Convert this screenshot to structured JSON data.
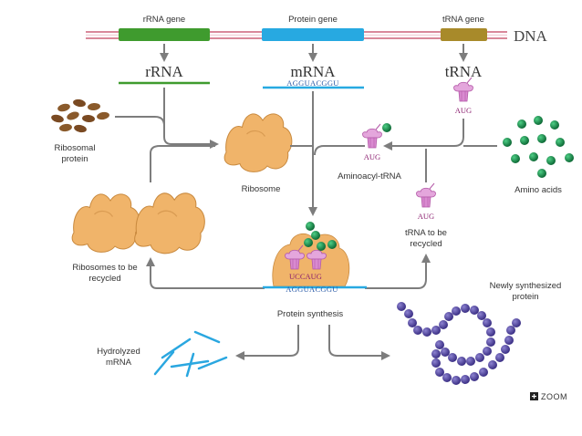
{
  "labels": {
    "rrna_gene": "rRNA gene",
    "protein_gene": "Protein gene",
    "trna_gene": "tRNA gene",
    "dna": "DNA",
    "rrna": "rRNA",
    "mrna": "mRNA",
    "trna": "tRNA",
    "mrna_seq": "AGGUACGGU",
    "trna_anticodon": "AUG",
    "ribosomal_protein_1": "Ribosomal",
    "ribosomal_protein_2": "protein",
    "ribosome": "Ribosome",
    "aminoacyl_trna": "Aminoacyl-tRNA",
    "amino_acids": "Amino acids",
    "trna_recycled_1": "tRNA to be",
    "trna_recycled_2": "recycled",
    "ribosomes_recycled_1": "Ribosomes to be",
    "ribosomes_recycled_2": "recycled",
    "protein_synthesis": "Protein synthesis",
    "synth_codons": "UCCAUG",
    "synth_mrna": "AGGUACGGU",
    "hydrolyzed_1": "Hydrolyzed",
    "hydrolyzed_2": "mRNA",
    "new_protein_1": "Newly synthesized",
    "new_protein_2": "protein",
    "zoom": "ZOOM"
  },
  "colors": {
    "dna_strand": "#d9889a",
    "rrna_gene": "#3f9b2e",
    "protein_gene": "#27a9e1",
    "trna_gene": "#a88a2a",
    "rrna": "#3f9b2e",
    "mrna": "#27a9e1",
    "arrow": "#7d7d7d",
    "ribosome": "#f0b46a",
    "ribosomal_protein": "#8a5a2b",
    "amino_acid": "#1a8a4a",
    "trna": "#d98ad0",
    "protein_bead": "#5547a0",
    "hydrolyzed_mrna": "#2aa7e0"
  },
  "icons": {
    "zoom_icon": "plus-square-icon",
    "trna_icon": "trna-cloverleaf-icon"
  }
}
